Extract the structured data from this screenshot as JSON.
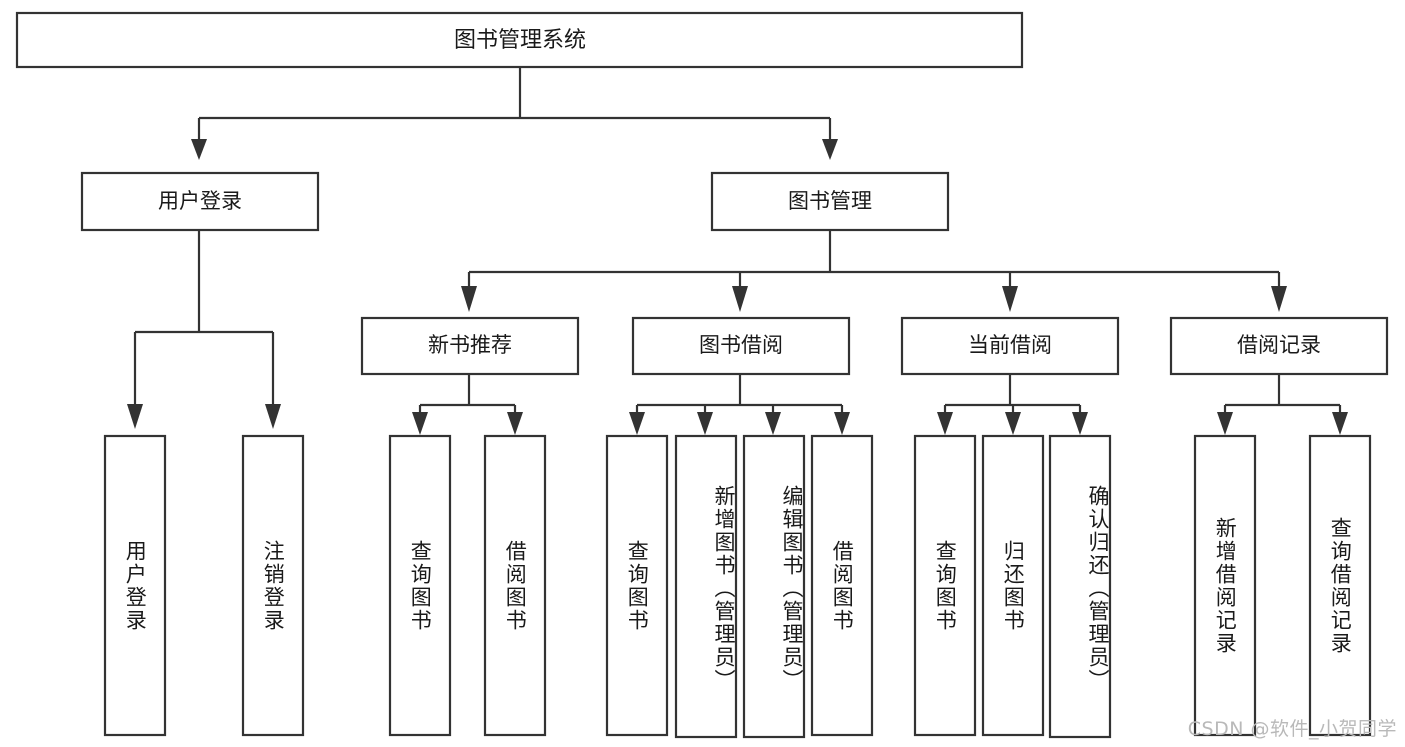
{
  "diagram": {
    "type": "tree",
    "title": "图书管理系统",
    "orientation": "top-down",
    "colors": {
      "box_fill": "#ffffff",
      "box_stroke": "#333333",
      "connector": "#333333",
      "text": "#1a1a1a",
      "watermark": "#b9b9b9",
      "background": "#ffffff"
    },
    "root": {
      "label": "图书管理系统"
    },
    "level2": [
      {
        "label": "用户登录"
      },
      {
        "label": "图书管理"
      }
    ],
    "level3": [
      {
        "label": "新书推荐"
      },
      {
        "label": "图书借阅"
      },
      {
        "label": "当前借阅"
      },
      {
        "label": "借阅记录"
      }
    ],
    "leaves": {
      "user_login": [
        {
          "label": "用户登录"
        },
        {
          "label": "注销登录"
        }
      ],
      "new_book_recommend": [
        {
          "label": "查询图书"
        },
        {
          "label": "借阅图书"
        }
      ],
      "book_borrow": [
        {
          "label": "查询图书"
        },
        {
          "label": "新增图书（管理员）"
        },
        {
          "label": "编辑图书（管理员）"
        },
        {
          "label": "借阅图书"
        }
      ],
      "current_borrow": [
        {
          "label": "查询图书"
        },
        {
          "label": "归还图书"
        },
        {
          "label": "确认归还（管理员）"
        }
      ],
      "borrow_record": [
        {
          "label": "新增借阅记录"
        },
        {
          "label": "查询借阅记录"
        }
      ]
    }
  },
  "watermark": {
    "text": "CSDN @软件_小贺同学"
  }
}
